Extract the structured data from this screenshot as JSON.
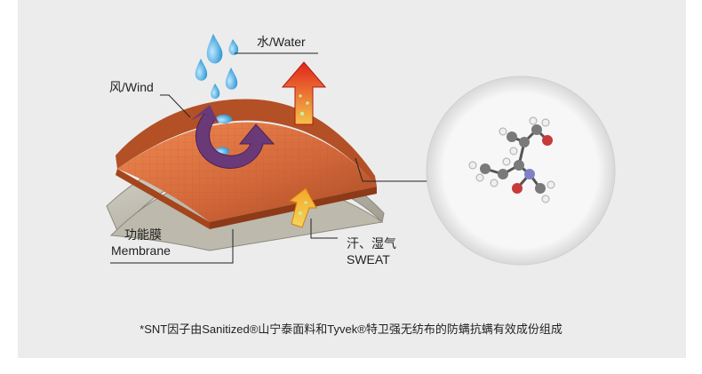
{
  "labels": {
    "water": "水/Water",
    "wind": "风/Wind",
    "membrane_cn": "功能膜",
    "membrane_en": "Membrane",
    "sweat_cn": "汗、湿气",
    "sweat_en": "SWEAT"
  },
  "footnote": "*SNT因子由Sanitized®山宁泰面料和Tyvek®特卫强无纺布的防螨抗螨有效成份组成",
  "colors": {
    "background": "#ececec",
    "outer_fabric": "#d4683a",
    "membrane": "#c9c5b8",
    "water": "#3aa6e0",
    "wind_arrow": "#6a3a78",
    "heat_arrow": "#e03a1e",
    "sweat_arrow": "#f0a020"
  }
}
